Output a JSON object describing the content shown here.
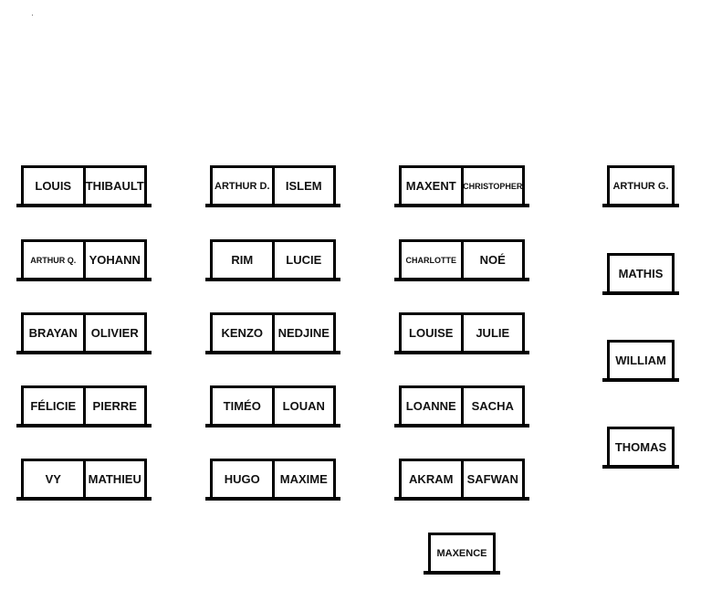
{
  "desks": [
    {
      "seats": [
        "LOUIS",
        "THIBAULT"
      ]
    },
    {
      "seats": [
        "ARTHUR D.",
        "ISLEM"
      ]
    },
    {
      "seats": [
        "MAXENT",
        "CHRISTOPHER"
      ]
    },
    {
      "seats": [
        "ARTHUR G."
      ]
    },
    {
      "seats": [
        "ARTHUR Q.",
        "YOHANN"
      ]
    },
    {
      "seats": [
        "RIM",
        "LUCIE"
      ]
    },
    {
      "seats": [
        "CHARLOTTE",
        "NOÉ"
      ]
    },
    {
      "seats": [
        "MATHIS"
      ]
    },
    {
      "seats": [
        "BRAYAN",
        "OLIVIER"
      ]
    },
    {
      "seats": [
        "KENZO",
        "NEDJINE"
      ]
    },
    {
      "seats": [
        "LOUISE",
        "JULIE"
      ]
    },
    {
      "seats": [
        "WILLIAM"
      ]
    },
    {
      "seats": [
        "FÉLICIE",
        "PIERRE"
      ]
    },
    {
      "seats": [
        "TIMÉO",
        "LOUAN"
      ]
    },
    {
      "seats": [
        "LOANNE",
        "SACHA"
      ]
    },
    {
      "seats": [
        "THOMAS"
      ]
    },
    {
      "seats": [
        "VY",
        "MATHIEU"
      ]
    },
    {
      "seats": [
        "HUGO",
        "MAXIME"
      ]
    },
    {
      "seats": [
        "AKRAM",
        "SAFWAN"
      ]
    },
    {
      "seats": [
        "MAXENCE"
      ]
    }
  ]
}
